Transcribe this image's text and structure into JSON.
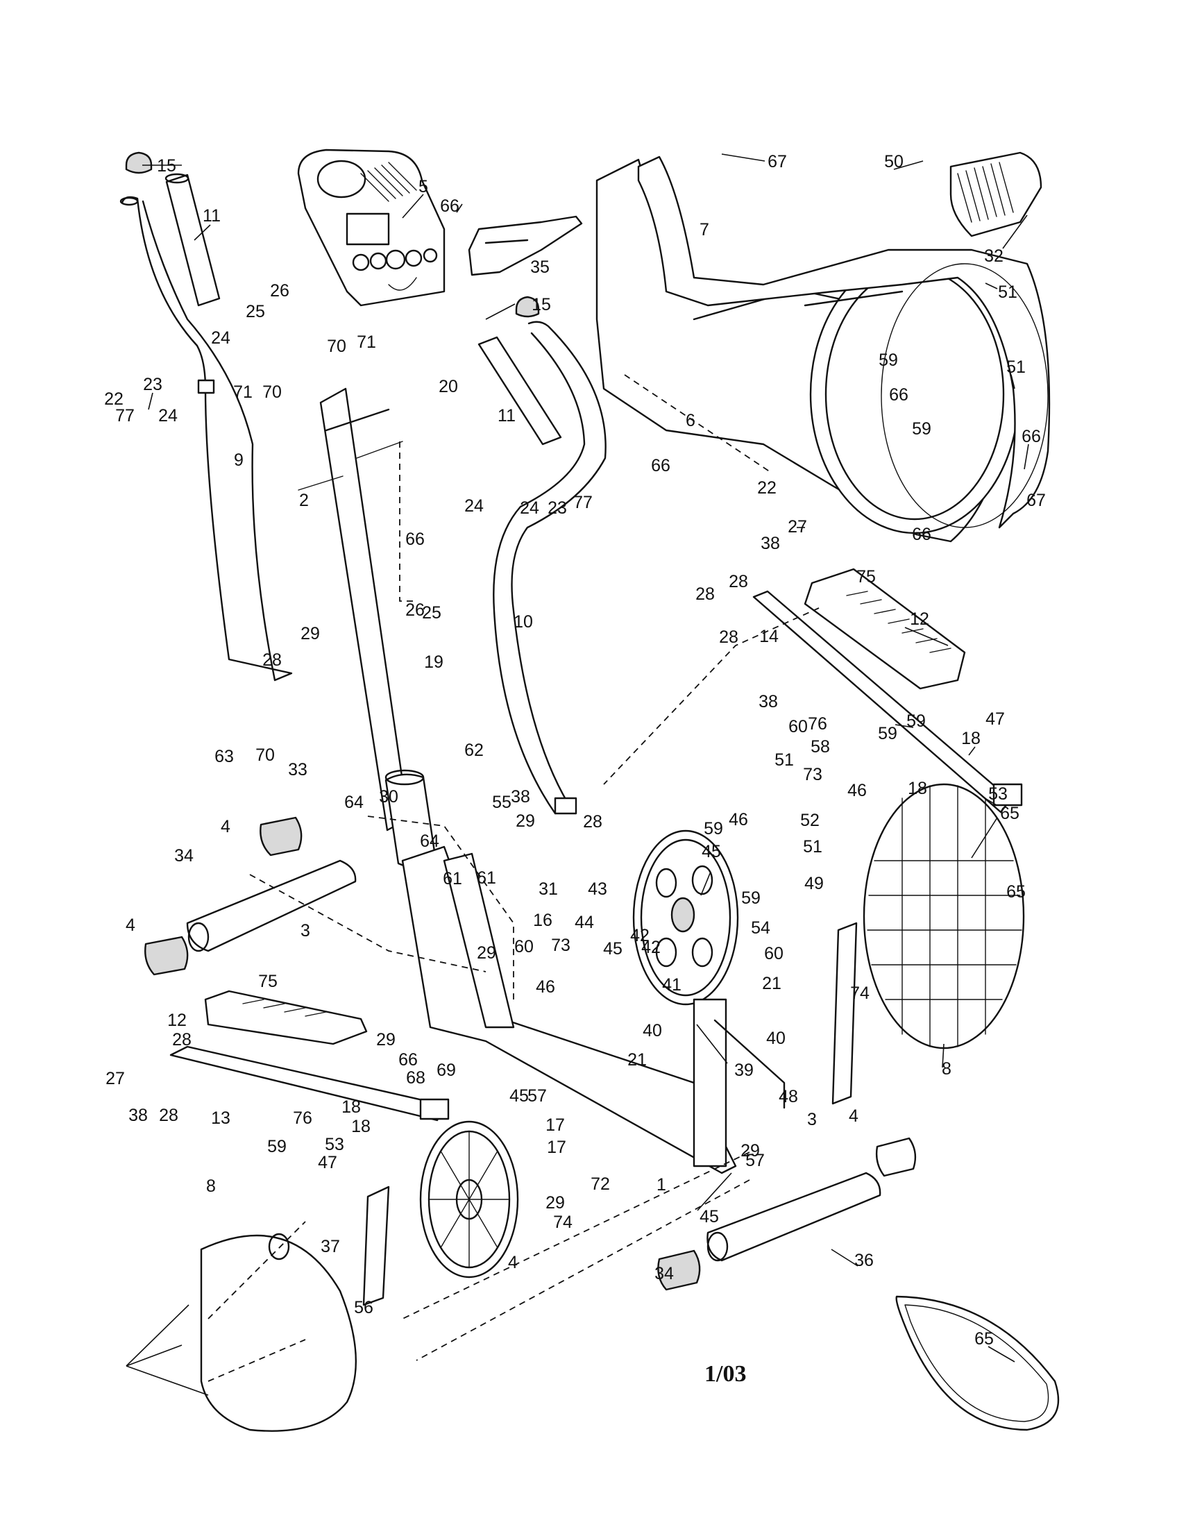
{
  "callouts": [
    "15",
    "11",
    "5",
    "66",
    "35",
    "67",
    "7",
    "50",
    "32",
    "26",
    "25",
    "24",
    "70",
    "71",
    "15",
    "51",
    "23",
    "22",
    "77",
    "24",
    "71",
    "70",
    "20",
    "59",
    "11",
    "6",
    "66",
    "51",
    "9",
    "2",
    "66",
    "59",
    "66",
    "22",
    "77",
    "66",
    "24",
    "23",
    "67",
    "24",
    "66",
    "27",
    "38",
    "28",
    "75",
    "28",
    "26",
    "25",
    "10",
    "12",
    "14",
    "28",
    "29",
    "28",
    "38",
    "19",
    "59",
    "76",
    "59",
    "60",
    "58",
    "18",
    "47",
    "63",
    "70",
    "33",
    "62",
    "73",
    "46",
    "53",
    "51",
    "18",
    "30",
    "38",
    "64",
    "55",
    "46",
    "52",
    "4",
    "29",
    "28",
    "59",
    "45",
    "65",
    "34",
    "64",
    "61",
    "61",
    "31",
    "51",
    "43",
    "42",
    "59",
    "49",
    "65",
    "3",
    "16",
    "44",
    "4",
    "60",
    "73",
    "45",
    "42",
    "54",
    "60",
    "29",
    "46",
    "41",
    "75",
    "21",
    "74",
    "12",
    "40",
    "28",
    "29",
    "66",
    "40",
    "8",
    "21",
    "69",
    "27",
    "68",
    "39",
    "48",
    "38",
    "28",
    "13",
    "76",
    "18",
    "45",
    "57",
    "17",
    "59",
    "18",
    "53",
    "4",
    "29",
    "47",
    "17",
    "72",
    "1",
    "3",
    "8",
    "57",
    "29",
    "45",
    "74",
    "37",
    "4",
    "34",
    "36",
    "56",
    "65"
  ],
  "date_code": "1/03"
}
